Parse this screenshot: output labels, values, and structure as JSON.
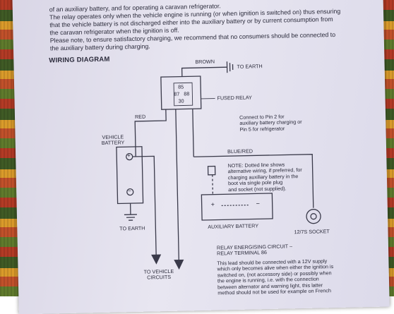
{
  "intro": {
    "lines": [
      "of an auxiliary battery, and for operating a caravan refrigerator.",
      "The relay operates only when the vehicle engine is running (or when ignition is switched on) thus ensuring",
      "that the vehicle battery is not discharged either into the auxiliary battery or by current consumption from",
      "the caravan refrigerator when the ignition is off.",
      "Please note, to ensure satisfactory charging, we recommend that no consumers should be connected to",
      "the auxiliary battery during charging."
    ]
  },
  "diagram": {
    "title": "WIRING DIAGRAM",
    "wire_brown": "BROWN",
    "to_earth_top": "TO EARTH",
    "relay_pins": {
      "p85": "85",
      "p87": "87",
      "p88": "88",
      "p30": "30"
    },
    "fused_relay": "FUSED RELAY",
    "connect_note": [
      "Connect to Pin 2 for",
      "auxiliary battery charging or",
      "Pin 5 for refrigerator"
    ],
    "wire_red": "RED",
    "vehicle_battery": [
      "VEHICLE",
      "BATTERY"
    ],
    "to_earth_bottom": "TO EARTH",
    "wire_blue_red": "BLUE/RED",
    "dotted_note": [
      "NOTE: Dotted line shows",
      "alternative wiring, if preferred, for",
      "charging auxiliary battery in the",
      "boot via single pole plug",
      "and socket (not supplied)."
    ],
    "auxiliary_battery": "AUXILIARY BATTERY",
    "socket": "12/7S SOCKET",
    "to_vehicle_circuits": [
      "TO VEHICLE",
      "CIRCUITS"
    ],
    "plus": "+",
    "minus": "−",
    "relay_circuit_title": [
      "RELAY ENERGISING CIRCUIT –",
      "RELAY TERMINAL 86"
    ],
    "relay_circuit_body": [
      "This lead should be connected with a 12V supply",
      "which only becomes alive when either the ignition is",
      "switched on, (not accessory side) or possibly when",
      "the engine is running, i.e. with the connection",
      "between alternator and warning light, this latter",
      "method should not be used for example on French"
    ]
  }
}
